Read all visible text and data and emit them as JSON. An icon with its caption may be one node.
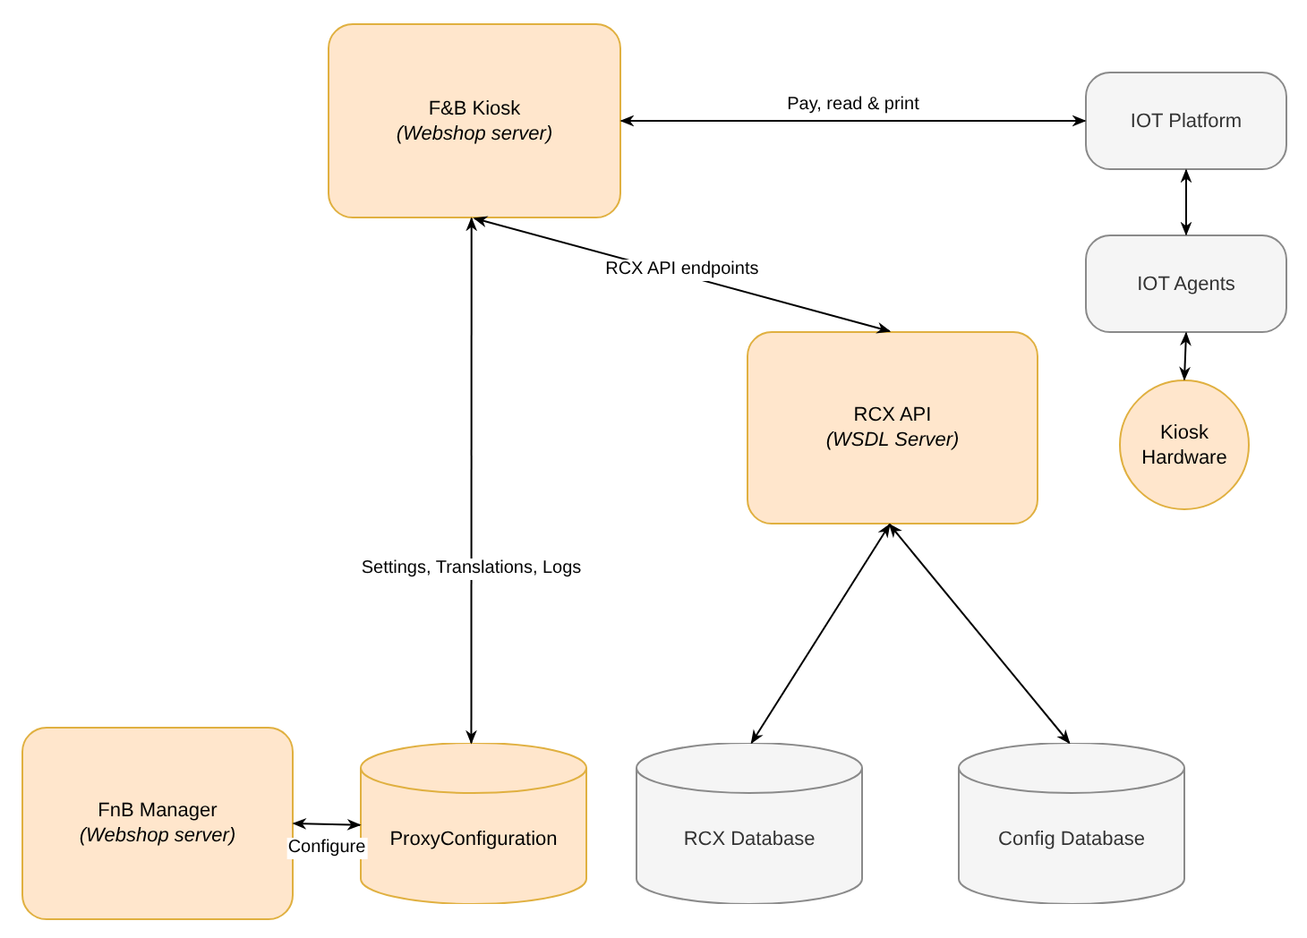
{
  "diagram": {
    "nodes": [
      {
        "text": [
          "F&B Kiosk",
          "(Webshop server)"
        ]
      },
      {
        "text": [
          "IOT Platform"
        ]
      },
      {
        "text": [
          "IOT Agents"
        ]
      },
      {
        "text": [
          "Kiosk Hardware"
        ]
      },
      {
        "text": [
          "RCX API",
          "(WSDL Server)"
        ]
      },
      {
        "text": [
          "FnB Manager",
          "(Webshop server)"
        ]
      },
      {
        "text": [
          "ProxyConfiguration"
        ]
      },
      {
        "text": [
          "RCX Database"
        ]
      },
      {
        "text": [
          "Config Database"
        ]
      }
    ],
    "edges": [
      {
        "from": 0,
        "to": 1,
        "arrow": "both",
        "label": "Pay, read & print"
      },
      {
        "from": 1,
        "to": 2,
        "arrow": "both"
      },
      {
        "from": 2,
        "to": 3,
        "arrow": "both"
      },
      {
        "from": 0,
        "to": 4,
        "arrow": "both",
        "label": "RCX API endpoints"
      },
      {
        "from": 0,
        "to": 6,
        "arrow": "both",
        "label": "Settings, Translations, Logs"
      },
      {
        "from": 5,
        "to": 6,
        "arrow": "both",
        "label": "Configure"
      },
      {
        "from": 4,
        "to": 7,
        "arrow": "both"
      },
      {
        "from": 4,
        "to": 8,
        "arrow": "both"
      }
    ]
  }
}
